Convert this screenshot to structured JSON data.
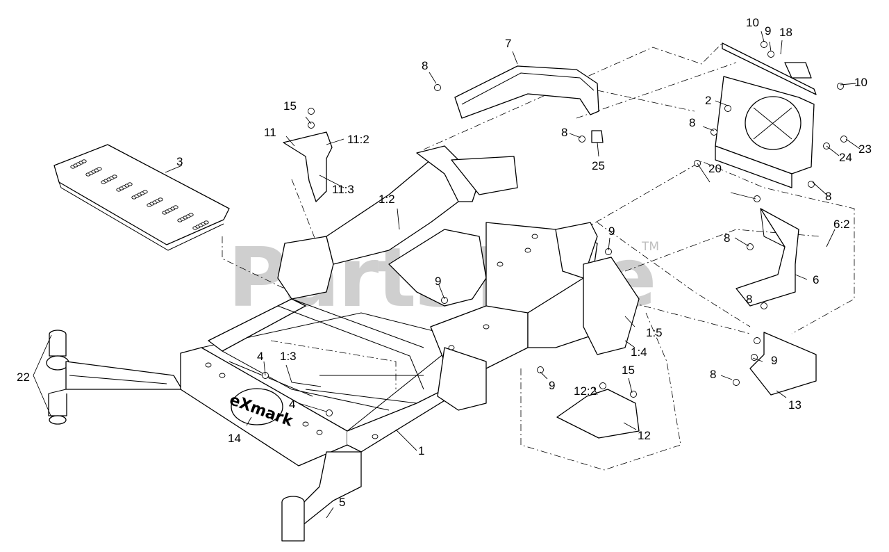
{
  "watermark": {
    "text": "PartsTree",
    "trademark": "TM"
  },
  "logo": {
    "text": "eXmark"
  },
  "callouts": {
    "c1": "1",
    "c1_2": "1:2",
    "c1_3": "1:3",
    "c1_4": "1:4",
    "c1_5": "1:5",
    "c2": "2",
    "c3": "3",
    "c4a": "4",
    "c4b": "4",
    "c5": "5",
    "c6": "6",
    "c6_2": "6:2",
    "c7": "7",
    "c8a": "8",
    "c8b": "8",
    "c8c": "8",
    "c8d": "8",
    "c8e": "8",
    "c8f": "8",
    "c8g": "8",
    "c9a": "9",
    "c9b": "9",
    "c9c": "9",
    "c9d": "9",
    "c9e": "9",
    "c10a": "10",
    "c10b": "10",
    "c11": "11",
    "c11_2": "11:2",
    "c11_3": "11:3",
    "c12": "12",
    "c12_2": "12:2",
    "c13": "13",
    "c14": "14",
    "c15a": "15",
    "c15b": "15",
    "c18": "18",
    "c20": "20",
    "c22": "22",
    "c23": "23",
    "c24": "24",
    "c25": "25"
  }
}
